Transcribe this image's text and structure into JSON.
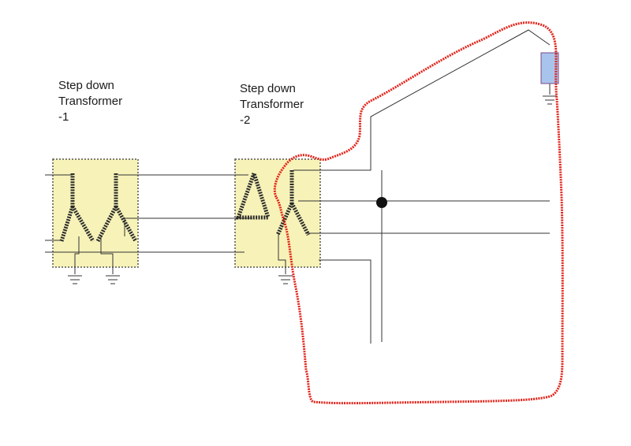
{
  "transformers": [
    {
      "id": "t1",
      "label_line1": "Step down",
      "label_line2": "Transformer",
      "label_line3": "-1",
      "primary": "wye",
      "secondary": "wye"
    },
    {
      "id": "t2",
      "label_line1": "Step down",
      "label_line2": "Transformer",
      "label_line3": "-2",
      "primary": "delta",
      "secondary": "wye"
    }
  ],
  "colors": {
    "box_fill": "#f7f3b8",
    "box_border": "#555555",
    "wire": "#333333",
    "winding": "#2b2b2b",
    "fault_path": "#e2231a",
    "load_fill": "#a9c4ec",
    "load_border": "#7a4a8a",
    "junction": "#111111"
  }
}
